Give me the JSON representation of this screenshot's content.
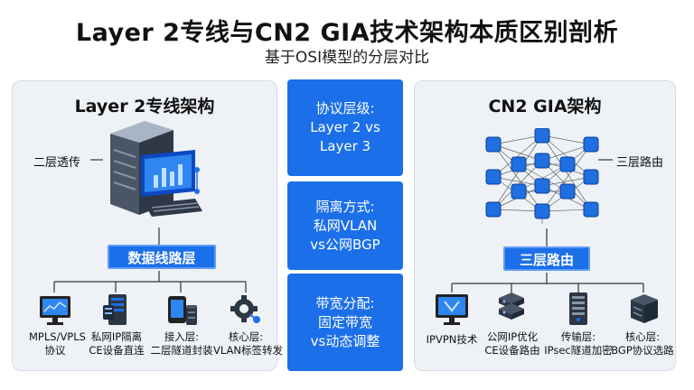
{
  "header": {
    "title": "Layer 2专线与CN2 GIA技术架构本质区别剖析",
    "subtitle": "基于OSI模型的分层对比"
  },
  "left_panel": {
    "title": "Layer 2专线架构",
    "side_label": "二层透传",
    "badge": "数据线路层",
    "items": [
      {
        "icon": "monitor-chart-icon",
        "line1": "MPLS/VPLS",
        "line2": "协议"
      },
      {
        "icon": "network-device-icon",
        "line1": "私网IP隔离",
        "line2": "CE设备直连"
      },
      {
        "icon": "tablet-server-icon",
        "line1": "接入层:",
        "line2": "二层隧道封装"
      },
      {
        "icon": "gear-network-icon",
        "line1": "核心层:",
        "line2": "VLAN标签转发"
      }
    ]
  },
  "center": {
    "boxes": [
      {
        "line1": "协议层级:",
        "line2": "Layer 2 vs",
        "line3": "Layer 3"
      },
      {
        "line1": "隔离方式:",
        "line2": "私网VLAN",
        "line3": "vs公网BGP"
      },
      {
        "line1": "带宽分配:",
        "line2": "固定带宽",
        "line3": "vs动态调整"
      }
    ]
  },
  "right_panel": {
    "title": "CN2 GIA架构",
    "side_label": "三层路由",
    "badge": "三层路由",
    "items": [
      {
        "icon": "vpn-monitor-icon",
        "line1": "IPVPN技术",
        "line2": ""
      },
      {
        "icon": "router-stack-icon",
        "line1": "公网IP优化",
        "line2": "CE设备路由"
      },
      {
        "icon": "server-tower-icon",
        "line1": "传输层:",
        "line2": "IPsec隧道加密"
      },
      {
        "icon": "core-server-icon",
        "line1": "核心层:",
        "line2": "BGP协议选路"
      }
    ]
  },
  "colors": {
    "accent": "#1b6fe9",
    "panel_bg": "#eef2f6",
    "node": "#1f6fe0"
  }
}
